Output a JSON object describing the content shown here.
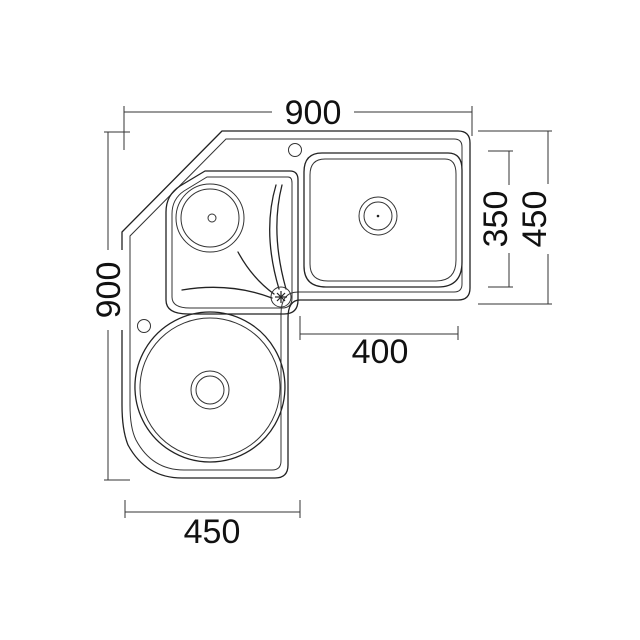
{
  "drawing": {
    "subject": "corner kitchen sink (plan view)",
    "line_color": "#222222",
    "background": "#ffffff"
  },
  "dimensions": {
    "top_width": "900",
    "left_height": "900",
    "right_inner_depth": "350",
    "right_outer_depth": "450",
    "bowl_width": "400",
    "bottom_width": "450"
  }
}
